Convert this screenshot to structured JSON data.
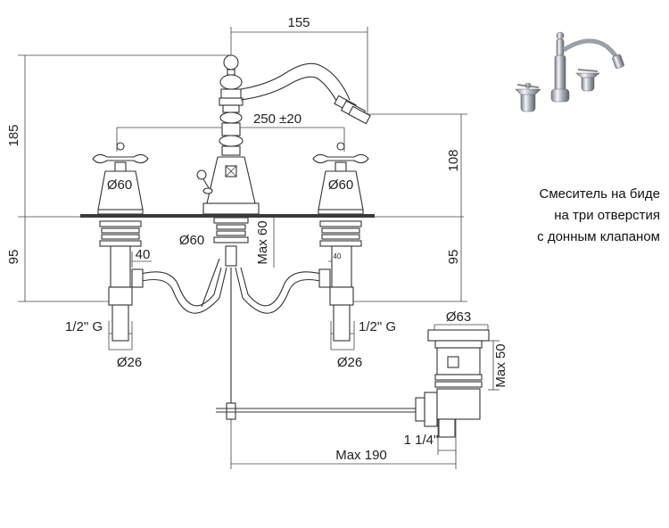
{
  "description": {
    "line1": "Смеситель на биде",
    "line2": "на три отверстия",
    "line3": "с донным клапаном"
  },
  "dimensions": {
    "width_155": "155",
    "height_185": "185",
    "spacing": "250 ±20",
    "height_108": "108",
    "height_95_left": "95",
    "height_95_right": "95",
    "handle_dia_left": "Ø60",
    "handle_dia_right": "Ø60",
    "base_dia": "Ø60",
    "max_60": "Max 60",
    "dim_40": "40",
    "dim_40_small": "40",
    "thread_left": "1/2\" G",
    "thread_right": "1/2\" G",
    "dia26_left": "Ø26",
    "dia26_right": "Ø26",
    "dia63": "Ø63",
    "max_50": "Max 50",
    "thread_waste": "1 1/4\"",
    "max_190": "Max 190"
  },
  "colors": {
    "line": "#444444",
    "chrome_light": "#e6e9ee",
    "chrome_dark": "#7a7f88"
  },
  "product_photo": {
    "icon": "faucet-photo-icon"
  }
}
